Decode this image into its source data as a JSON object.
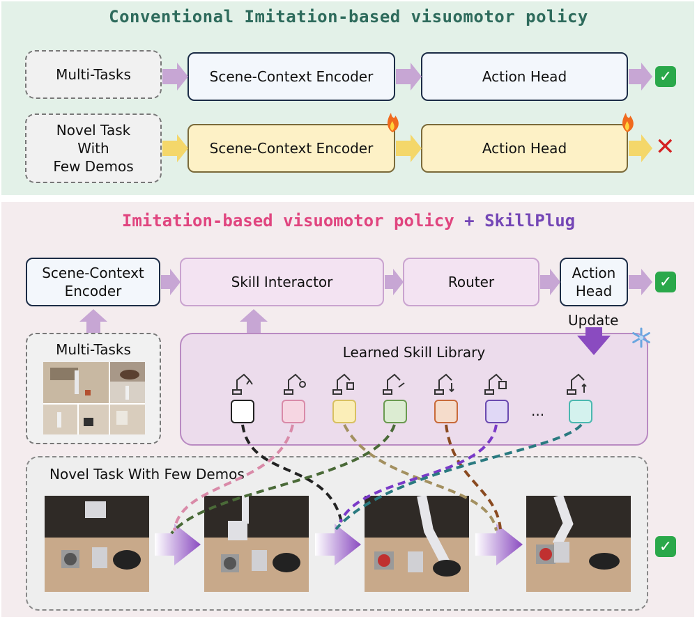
{
  "top": {
    "title": "Conventional Imitation-based visuomotor policy",
    "row1": {
      "input": "Multi-Tasks",
      "encoder": "Scene-Context Encoder",
      "head": "Action Head",
      "result": "check"
    },
    "row2": {
      "input_lines": [
        "Novel Task",
        "With",
        "Few Demos"
      ],
      "encoder": "Scene-Context Encoder",
      "head": "Action Head",
      "result": "cross"
    }
  },
  "bottom": {
    "title_part1": "Imitation-based visuomotor policy",
    "title_plus": "+",
    "title_part2": "SkillPlug",
    "encoder_lines": [
      "Scene-Context",
      "Encoder"
    ],
    "interactor": "Skill Interactor",
    "router": "Router",
    "head_lines": [
      "Action",
      "Head"
    ],
    "update": "Update",
    "multitasks": "Multi-Tasks",
    "library_title": "Learned Skill Library",
    "ellipsis": "...",
    "novel_title": "Novel Task With Few Demos",
    "skill_colors": [
      "#222222",
      "#d98aa8",
      "#d8c060",
      "#6a9a50",
      "#c86a3a",
      "#6a4ab0",
      "#4ab8b0"
    ],
    "skill_fills": [
      "#ffffff",
      "#f6d6e2",
      "#fbeeb8",
      "#dcecd2",
      "#f5dccb",
      "#e0d8f6",
      "#d4f2ee"
    ]
  },
  "icons": {
    "fire": "fire-icon",
    "snowflake": "snowflake-icon",
    "check": "check-mark-icon",
    "cross": "cross-mark-icon",
    "robot": "robot-arm-icon"
  },
  "colors": {
    "top_bg": "#e3f1e8",
    "bottom_bg": "#f4ecee",
    "arrow_purple": "#c7a6d4",
    "arrow_yellow": "#f4d76a"
  }
}
